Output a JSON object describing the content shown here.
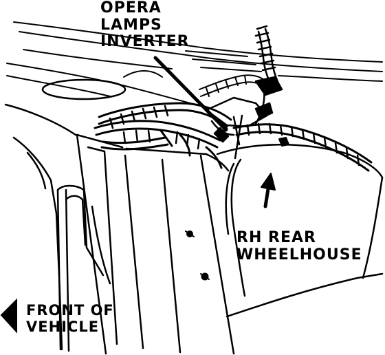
{
  "callouts": {
    "opera_lamps_inverter": [
      "OPERA",
      "LAMPS",
      "INVERTER"
    ],
    "rh_rear_wheelhouse": [
      "RH REAR",
      "WHEELHOUSE"
    ],
    "front_of_vehicle": [
      "FRONT OF",
      "VEHICLE"
    ]
  },
  "colors": {
    "ink": "#000000",
    "paper": "#ffffff"
  },
  "icons": {
    "front_direction": "arrow-left-icon",
    "wheelhouse_pointer": "arrow-up-icon",
    "inverter_pointer": "leader-line"
  }
}
